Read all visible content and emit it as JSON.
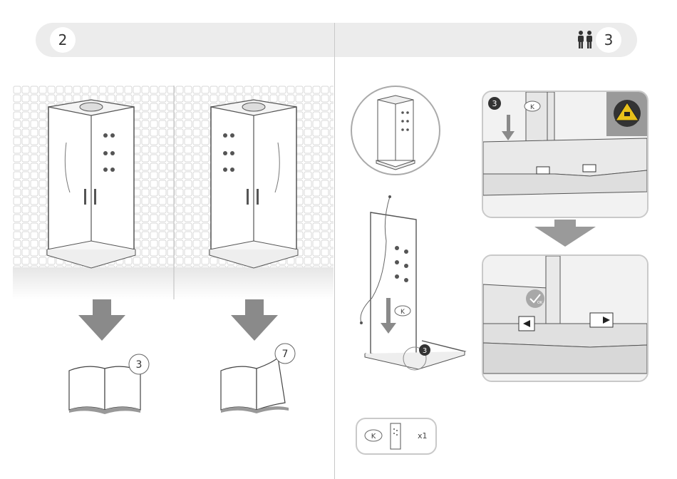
{
  "left_step": {
    "number": "2",
    "references": [
      "3",
      "7"
    ]
  },
  "right_step": {
    "number": "3",
    "part_label": "K",
    "detail_step": "3",
    "ok_label": "OK",
    "part_count": "x1"
  },
  "icons": {
    "people": "two-people-icon",
    "warning": "pinch-hazard-warning-icon",
    "arrow": "down-arrow-icon"
  },
  "colors": {
    "header": "#ececec",
    "panel_border": "#c9c9c9",
    "arrow": "#8a8a8a",
    "warning_bg": "#9a9a9a",
    "warning_sign": "#e8c11a"
  }
}
